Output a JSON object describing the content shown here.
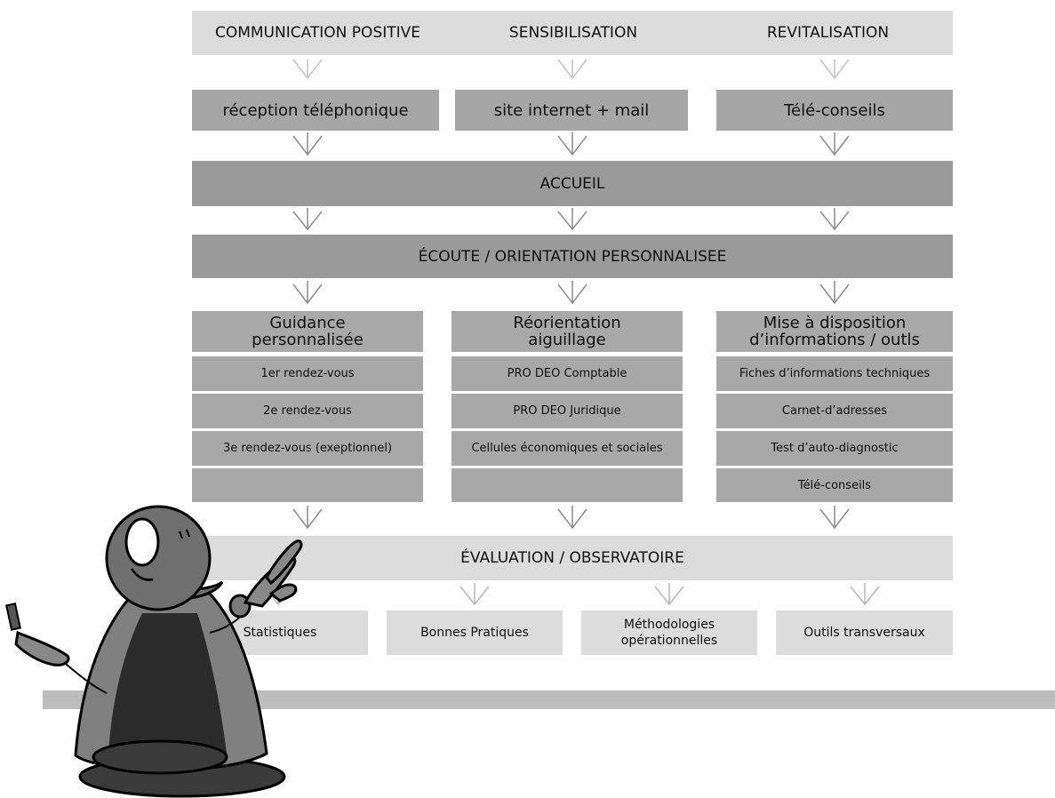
{
  "top_row": [
    "COMMUNICATION POSITIVE",
    "SENSIBILISATION",
    "REVITALISATION"
  ],
  "channels": [
    "réception téléphonique",
    "site internet + mail",
    "Télé-conseils"
  ],
  "accueil": "ACCUEIL",
  "ecoute": "ÉCOUTE / ORIENTATION PERSONNALISEE",
  "columns": [
    {
      "title": [
        "Guidance",
        "personnalisée"
      ],
      "items": [
        "1er rendez-vous",
        "2e rendez-vous",
        "3e rendez-vous (exeptionnel)",
        ""
      ]
    },
    {
      "title": [
        "Réorientation",
        "aiguillage"
      ],
      "items": [
        "PRO DEO Comptable",
        "PRO DEO Juridique",
        "Cellules économiques et sociales",
        ""
      ]
    },
    {
      "title": [
        "Mise à disposition",
        "d’informations / outls"
      ],
      "items": [
        "Fiches d’informations techniques",
        "Carnet-d’adresses",
        "Test d’auto-diagnostic",
        "Télé-conseils"
      ]
    }
  ],
  "evaluation": "ÉVALUATION / OBSERVATOIRE",
  "outputs": [
    "Statistiques",
    "Bonnes Pratiques",
    "Méthodologies opérationnelles",
    "Outils transversaux"
  ],
  "colors": {
    "light_box": "#dcdcdc",
    "mid_box": "#a6a6a6",
    "arrow": "#8c8c8c",
    "figure": "#7f7f7f"
  }
}
